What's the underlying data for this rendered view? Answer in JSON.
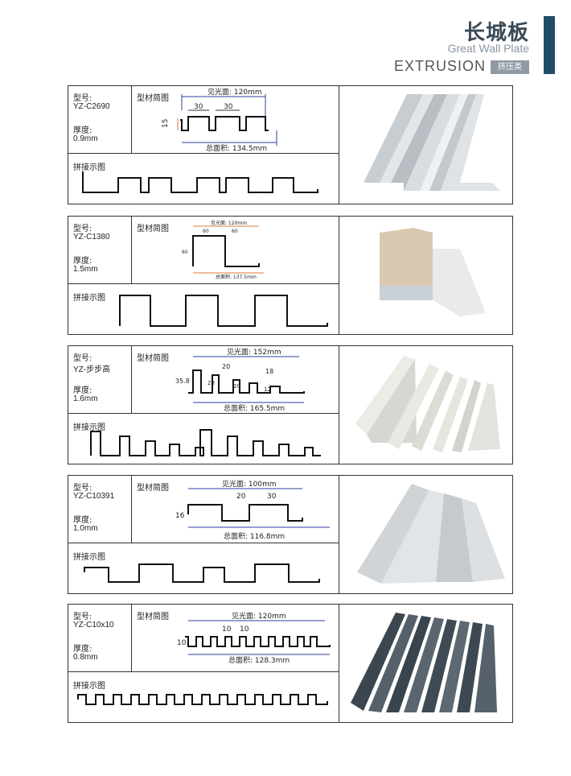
{
  "header": {
    "title_cn": "长城板",
    "title_en": "Great Wall Plate",
    "category": "EXTRUSION",
    "badge": "挤压类"
  },
  "labels": {
    "model": "型号:",
    "thickness": "厚度:",
    "section": "型材简图",
    "splice": "拼接示图"
  },
  "products": [
    {
      "model": "YZ-C2690",
      "thickness": "0.9mm",
      "visible_width": "见光面: 120mm",
      "total_width": "总面积: 134.5mm",
      "d1": "30",
      "d2": "30",
      "height": "15"
    },
    {
      "model": "YZ-C1380",
      "thickness": "1.5mm",
      "visible_width": "见光面: 120mm",
      "total_width": "总面积: 137.5mm",
      "d1": "60",
      "d2": "60",
      "height": "60"
    },
    {
      "model": "YZ-步步高",
      "thickness": "1.6mm",
      "visible_width": "见光面: 152mm",
      "total_width": "总面积: 165.5mm",
      "d1": "20",
      "d2": "18",
      "height": "35.8",
      "h2": "28",
      "h3": "20",
      "h4": "12"
    },
    {
      "model": "YZ-C10391",
      "thickness": "1.0mm",
      "visible_width": "见光面: 100mm",
      "total_width": "总面积: 116.8mm",
      "d1": "20",
      "d2": "30",
      "height": "16"
    },
    {
      "model": "YZ-C10x10",
      "thickness": "0.8mm",
      "visible_width": "见光面: 120mm",
      "total_width": "总面积: 128.3mm",
      "d1": "10",
      "d2": "10",
      "height": "10"
    }
  ],
  "colors": {
    "accent": "#1f4e66",
    "dim_blue": "#2f3f9e",
    "dim_orange": "#e07b39"
  }
}
